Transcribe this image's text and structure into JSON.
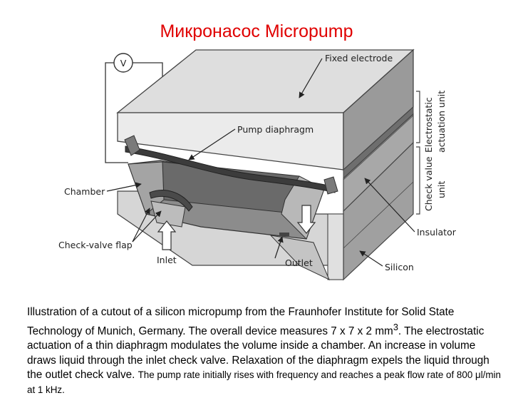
{
  "title": "Микронасос Micropump",
  "diagram": {
    "labels": {
      "voltmeter": "V",
      "fixed_electrode": "Fixed electrode",
      "pump_diaphragm": "Pump diaphragm",
      "chamber": "Chamber",
      "check_valve_flap": "Check-valve flap",
      "inlet": "Inlet",
      "outlet": "Outlet",
      "insulator": "Insulator",
      "silicon": "Silicon",
      "electrostatic_line1": "Electrostatic",
      "electrostatic_line2": "actuation unit",
      "check_valve_line1": "Check value",
      "check_valve_line2": "unit"
    }
  },
  "caption": {
    "main_before_sup": "Illustration of a cutout of a silicon micropump from the Fraunhofer Institute for Solid State Technology of Munich, Germany. The overall device measures 7 x 7 x 2 mm",
    "sup": "3",
    "main_after_sup": ". The electrostatic actuation of a thin diaphragm modulates the volume inside a chamber. An increase in volume draws liquid through the inlet check valve. Relaxation of the diaphragm expels the liquid through the outlet check valve.",
    "small": "The pump rate initially rises with frequency and reaches a peak flow rate of 800 μl/min at 1 kHz."
  }
}
